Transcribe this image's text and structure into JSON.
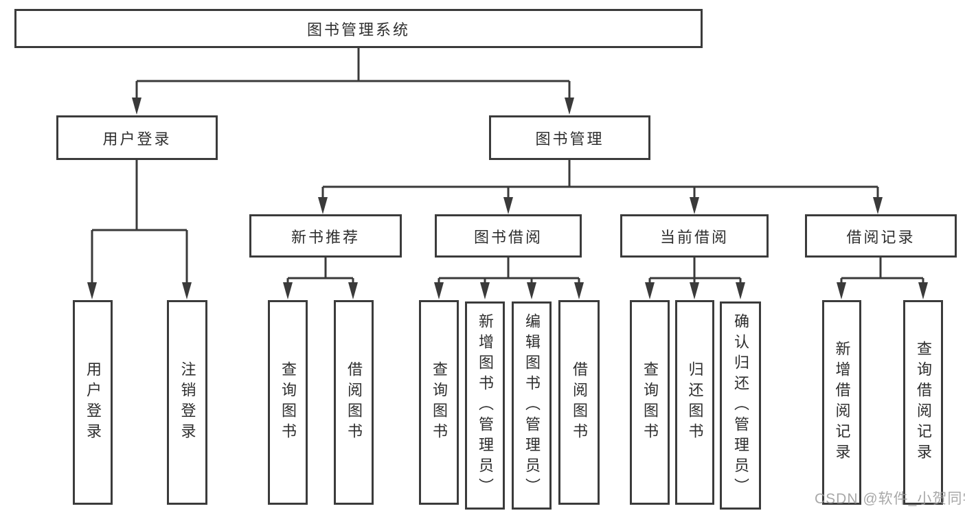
{
  "tree": {
    "root": {
      "label": "图书管理系统"
    },
    "branches": [
      {
        "label": "用户登录",
        "children": [
          {
            "label": "用户登录"
          },
          {
            "label": "注销登录"
          }
        ]
      },
      {
        "label": "图书管理",
        "groups": [
          {
            "label": "新书推荐",
            "children": [
              {
                "label": "查询图书"
              },
              {
                "label": "借阅图书"
              }
            ]
          },
          {
            "label": "图书借阅",
            "children": [
              {
                "label": "查询图书"
              },
              {
                "label": "新增图书（管理员）"
              },
              {
                "label": "编辑图书（管理员）"
              },
              {
                "label": "借阅图书"
              }
            ]
          },
          {
            "label": "当前借阅",
            "children": [
              {
                "label": "查询图书"
              },
              {
                "label": "归还图书"
              },
              {
                "label": "确认归还（管理员）"
              }
            ]
          },
          {
            "label": "借阅记录",
            "children": [
              {
                "label": "新增借阅记录"
              },
              {
                "label": "查询借阅记录"
              }
            ]
          }
        ]
      }
    ]
  },
  "watermark": "CSDN @软件_小贺同学",
  "colors": {
    "line": "#3a3a3a",
    "border": "#3b3b3b",
    "text": "#2e2e2e",
    "watermark": "#9a9a9a",
    "background": "#ffffff"
  }
}
